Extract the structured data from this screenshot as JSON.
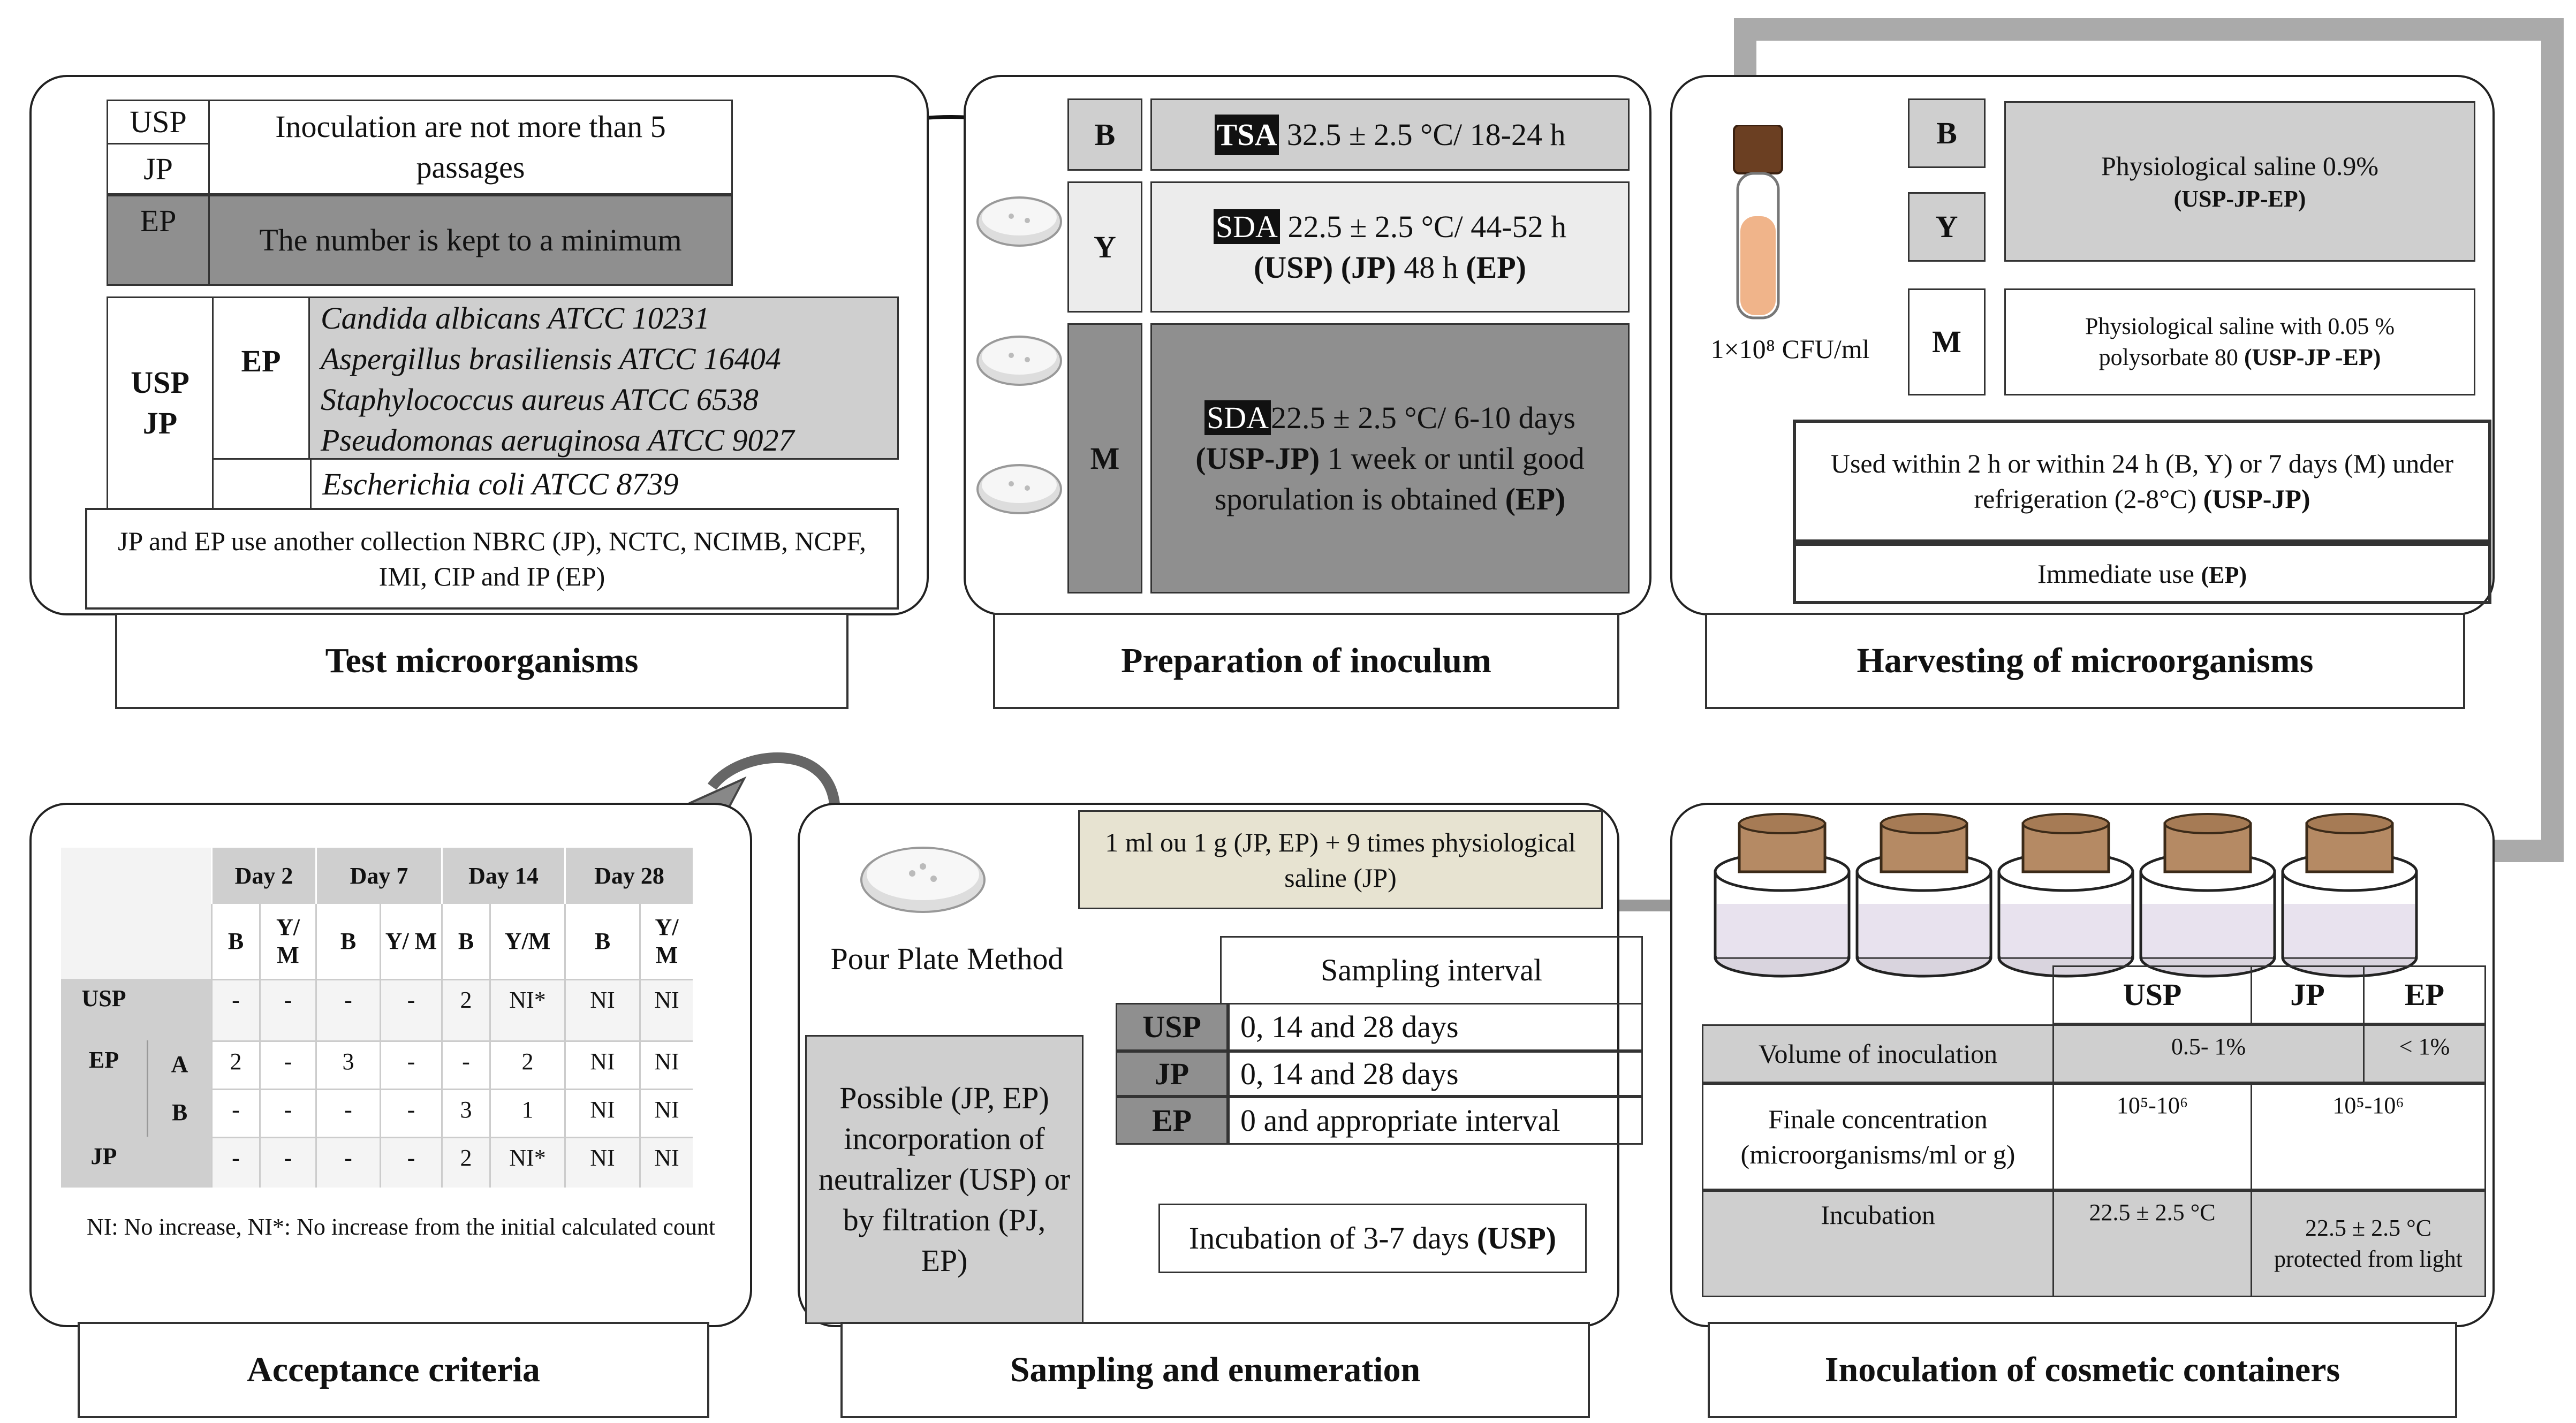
{
  "captions": {
    "test": "Test microorganisms",
    "prep": "Preparation of inoculum",
    "harvest": "Harvesting of microorganisms",
    "accept": "Acceptance criteria",
    "sampling": "Sampling and enumeration",
    "inoculation": "Inoculation of cosmetic containers"
  },
  "test": {
    "usp": "USP",
    "jp": "JP",
    "ep": "EP",
    "passages_text": "Inoculation are not more than 5 passages",
    "minimum_text": "The number is kept to a minimum",
    "usp_jp": "USP JP",
    "ep_label": "EP",
    "strains": [
      "Candida albicans ATCC 10231",
      "Aspergillus brasiliensis ATCC 16404",
      "Staphylococcus aureus ATCC 6538",
      "Pseudomonas aeruginosa ATCC 9027"
    ],
    "ecoli": "Escherichia coli ATCC 8739",
    "collection": "JP and EP use another collection NBRC (JP), NCTC, NCIMB, NCPF, IMI, CIP and IP (EP)"
  },
  "prep": {
    "B": "B",
    "Y": "Y",
    "M": "M",
    "tsa": "TSA",
    "b_text": "32.5 ± 2.5 °C/ 18-24 h",
    "sda": "SDA",
    "y_text1": "22.5 ± 2.5 °C/ 44-52 h",
    "y_usp": "(USP)",
    "y_jp": "(JP)",
    "y_text2": "48 h",
    "y_ep": "(EP)",
    "m_text1": "22.5 ± 2.5 °C/ 6-10 days",
    "m_uspjp": "(USP-JP)",
    "m_text2": "1 week or until good sporulation is obtained",
    "m_ep": "(EP)"
  },
  "harvest": {
    "B": "B",
    "Y": "Y",
    "M": "M",
    "cfu": "1×10⁸ CFU/ml",
    "saline": "Physiological saline 0.9%",
    "saline_std": "(USP-JP-EP)",
    "saline_ps": "Physiological saline with 0.05 % polysorbate 80",
    "saline_ps_std": "(USP-JP -EP)",
    "used_text": "Used within 2 h or within 24 h (B, Y) or 7 days (M) under refrigeration (2-8°C)",
    "used_std": "(USP-JP)",
    "immediate": "Immediate use",
    "immediate_std": "(EP)"
  },
  "accept": {
    "days": [
      "Day 2",
      "Day 7",
      "Day 14",
      "Day 28"
    ],
    "sub": [
      "B",
      "Y/ M",
      "B",
      "Y/ M",
      "B",
      "Y/M",
      "B",
      "Y/ M"
    ],
    "rows": [
      {
        "label": "USP",
        "sub": "",
        "vals": [
          "-",
          "-",
          "-",
          "-",
          "2",
          "NI*",
          "NI",
          "NI"
        ]
      },
      {
        "label": "EP",
        "sub": "A",
        "vals": [
          "2",
          "-",
          "3",
          "-",
          "-",
          "2",
          "NI",
          "NI"
        ]
      },
      {
        "label": "",
        "sub": "B",
        "vals": [
          "-",
          "-",
          "-",
          "-",
          "3",
          "1",
          "NI",
          "NI"
        ]
      },
      {
        "label": "JP",
        "sub": "",
        "vals": [
          "-",
          "-",
          "-",
          "-",
          "2",
          "NI*",
          "NI",
          "NI"
        ]
      }
    ],
    "footnote": "NI: No increase, NI*: No increase from the initial calculated count"
  },
  "sampling": {
    "dilution": "1 ml ou 1 g (JP, EP) + 9 times physiological saline (JP)",
    "pour_plate": "Pour Plate Method",
    "possible": "Possible (JP, EP) incorporation of neutralizer (USP) or by filtration (PJ, EP)",
    "interval_header": "Sampling interval",
    "intervals": [
      {
        "std": "USP",
        "text": "0, 14 and 28 days"
      },
      {
        "std": "JP",
        "text": "0, 14 and 28 days"
      },
      {
        "std": "EP",
        "text": "0 and appropriate interval"
      }
    ],
    "incubation": "Incubation of 3-7 days",
    "incubation_std": "(USP)"
  },
  "inoculation": {
    "headers": [
      "USP",
      "JP",
      "EP"
    ],
    "volume_label": "Volume of inoculation",
    "volume_uspjp": "0.5- 1%",
    "volume_ep": "< 1%",
    "conc_label": "Finale concentration (microorganisms/ml or g)",
    "conc_usp": "10⁵-10⁶",
    "conc_jpep": "10⁵-10⁶",
    "incub_label": "Incubation",
    "incub_usp": "22.5 ± 2.5 °C",
    "incub_jpep": "22.5 ± 2.5 °C protected from light"
  }
}
